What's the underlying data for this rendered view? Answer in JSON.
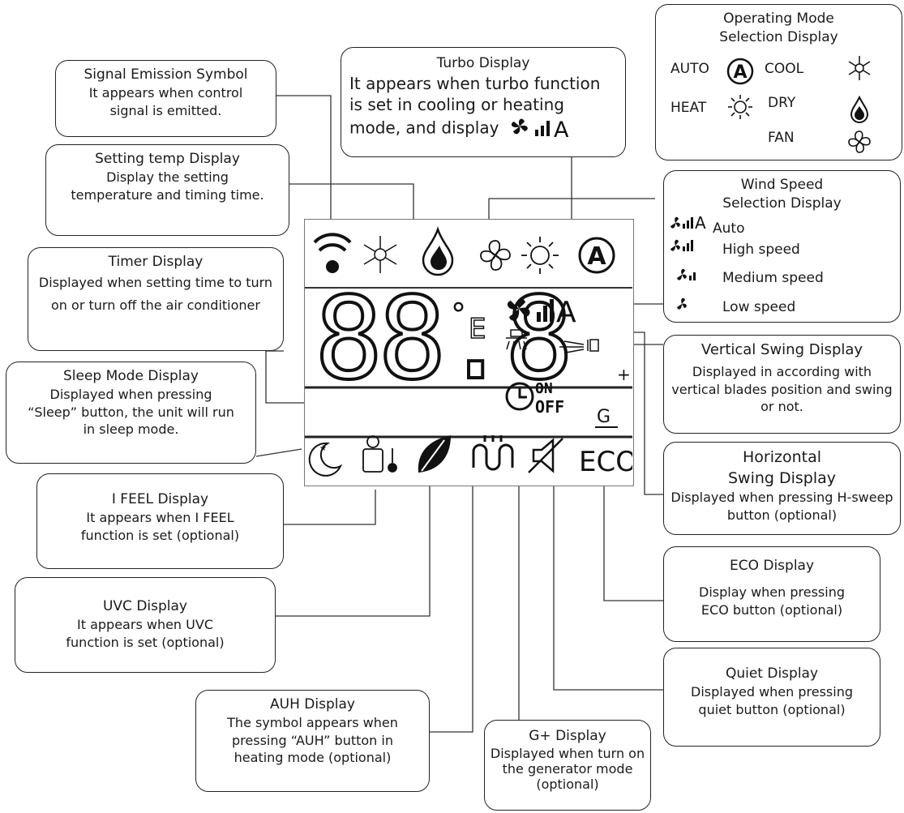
{
  "callouts": {
    "signal": {
      "title": "Signal Emission Symbol",
      "desc": "It appears when control signal is emitted."
    },
    "setting_temp": {
      "title": "Setting temp Display",
      "desc": "Display the setting temperature and timing time."
    },
    "timer": {
      "title": "Timer Display",
      "desc": "Displayed when setting time to turn on or turn off the air conditioner"
    },
    "sleep": {
      "title": "Sleep Mode Display",
      "desc": "Displayed when pressing “Sleep” button, the unit will run in sleep mode."
    },
    "ifeel": {
      "title": "I FEEL Display",
      "desc": "It appears when I FEEL function is set (optional)"
    },
    "uvc": {
      "title": "UVC Display",
      "desc": "It appears when UVC function is set (optional)"
    },
    "auh": {
      "title": "AUH Display",
      "desc": "The symbol appears when pressing “AUH” button in heating mode (optional)"
    },
    "gplus": {
      "title": "G+ Display",
      "desc": "Displayed when turn on the generator mode (optional)"
    },
    "turbo": {
      "title": "Turbo Display",
      "desc": "It appears when turbo function is set in cooling or heating mode, and display"
    },
    "mode": {
      "title": "Operating Mode Selection Display"
    },
    "wind": {
      "title": "Wind Speed Selection Display"
    },
    "vswing": {
      "title": "Vertical Swing Display",
      "desc": "Displayed in according with vertical blades position and swing or not."
    },
    "hswing": {
      "title": "Horizontal Swing Display",
      "desc": "Displayed when pressing H-sweep button (optional)"
    },
    "eco": {
      "title": "ECO Display",
      "desc": "Display when pressing ECO button (optional)"
    },
    "quiet": {
      "title": "Quiet Display",
      "desc": "Displayed when pressing quiet button (optional)"
    }
  },
  "modes": {
    "auto": "AUTO",
    "cool": "COOL",
    "heat": "HEAT",
    "dry": "DRY",
    "fan": "FAN"
  },
  "speeds": {
    "auto": "Auto",
    "high": "High speed",
    "medium": "Medium speed",
    "low": "Low speed"
  },
  "lcd": {
    "digits": "88.8",
    "deg_symbol": "°",
    "unit_glyph": "E",
    "on": "ON",
    "off": "OFF",
    "plus": "+",
    "g_glyph": "G",
    "eco": "ECO",
    "turbo_a": "A",
    "auto_letter": "A"
  },
  "icons": [
    "signal-icon",
    "snowflake-icon",
    "drop-icon",
    "fan-icon",
    "sun-icon",
    "auto-icon",
    "turbo-fan-icon",
    "vertical-swing-icon",
    "horizontal-swing-icon",
    "clock-icon",
    "moon-icon",
    "person-thermometer-icon",
    "leaf-icon",
    "heater-icon",
    "mute-icon"
  ]
}
